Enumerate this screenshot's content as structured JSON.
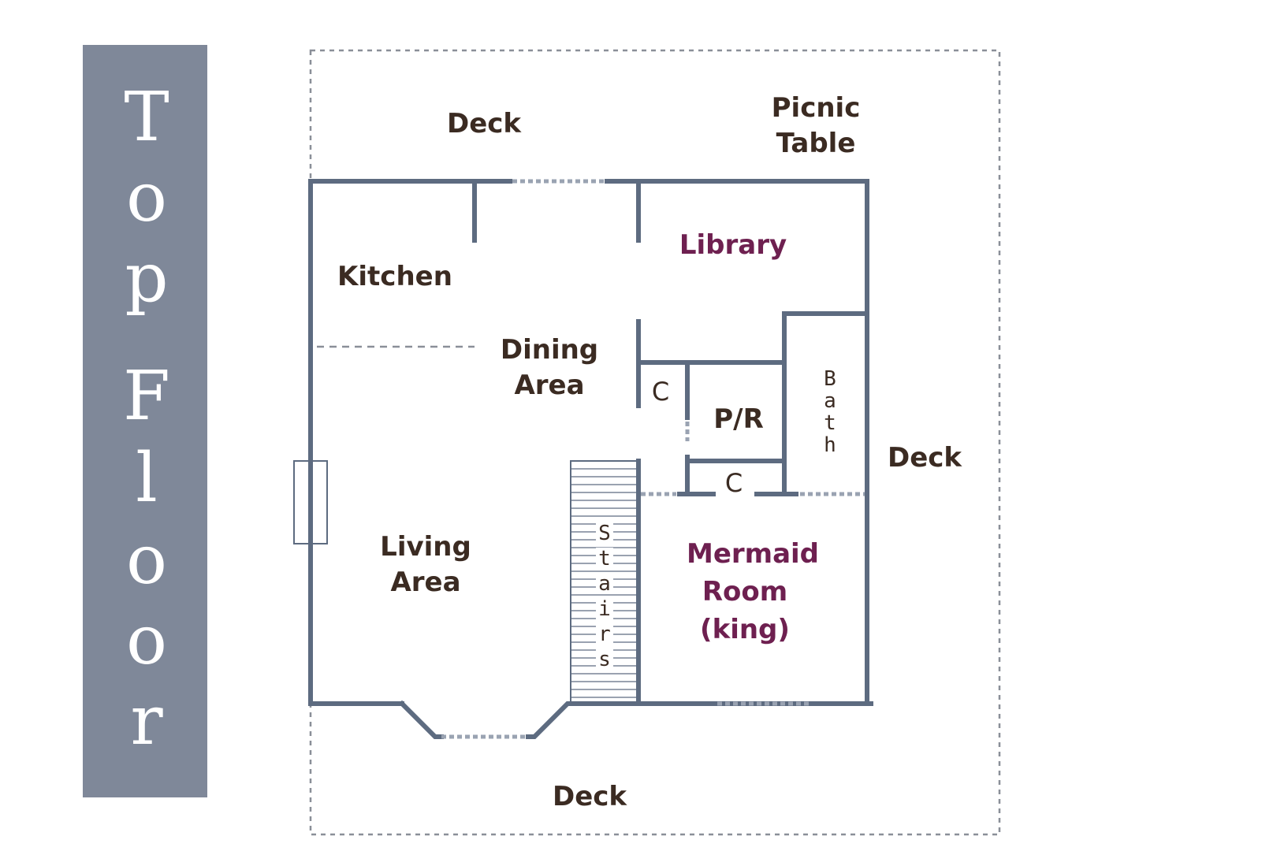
{
  "banner": {
    "text": "Top Floor",
    "letters": [
      "T",
      "o",
      "p",
      "F",
      "l",
      "o",
      "o",
      "r"
    ],
    "background": "#7f8899",
    "text_color": "#ffffff"
  },
  "floorplan": {
    "wall_color": "#5d6b80",
    "label_colors": {
      "dark": "#3b2b22",
      "purple": "#6e2050"
    },
    "labels": {
      "deck_top": "Deck",
      "picnic_line1": "Picnic",
      "picnic_line2": "Table",
      "kitchen": "Kitchen",
      "library": "Library",
      "dining_line1": "Dining",
      "dining_line2": "Area",
      "closet_upper": "C",
      "powder_room": "P/R",
      "closet_lower": "C",
      "bath_letters": [
        "B",
        "a",
        "t",
        "h"
      ],
      "deck_right": "Deck",
      "living_line1": "Living",
      "living_line2": "Area",
      "stairs_letters": [
        "S",
        "t",
        "a",
        "i",
        "r",
        "s"
      ],
      "mermaid_line1": "Mermaid",
      "mermaid_line2": "Room",
      "mermaid_line3": "(king)",
      "deck_bottom": "Deck"
    }
  }
}
